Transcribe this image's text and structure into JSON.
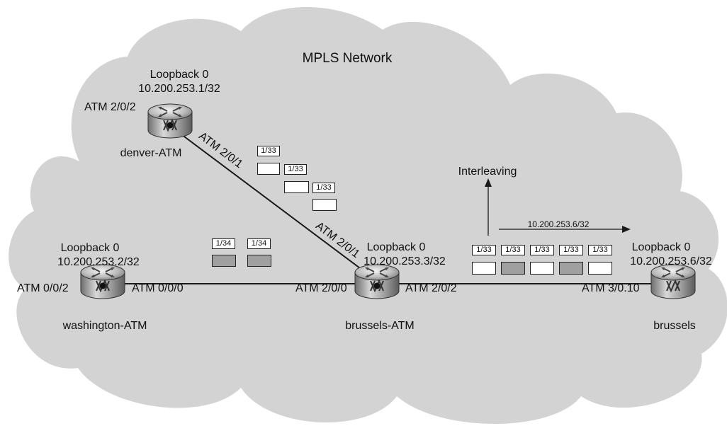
{
  "title": "MPLS Network",
  "routers": {
    "denver": {
      "name": "denver-ATM",
      "loopback": "Loopback 0",
      "ip": "10.200.253.1/32",
      "port_left": "ATM 2/0/2",
      "port_link": "ATM 2/0/1"
    },
    "washington": {
      "name": "washington-ATM",
      "loopback": "Loopback 0",
      "ip": "10.200.253.2/32",
      "port_left": "ATM 0/0/2",
      "port_right": "ATM 0/0/0"
    },
    "brussels_atm": {
      "name": "brussels-ATM",
      "loopback": "Loopback 0",
      "ip": "10.200.253.3/32",
      "port_left": "ATM 2/0/0",
      "port_right": "ATM 2/0/2",
      "port_link": "ATM 2/0/1"
    },
    "brussels": {
      "name": "brussels",
      "loopback": "Loopback 0",
      "ip": "10.200.253.6/32",
      "port_left": "ATM 3/0.10"
    }
  },
  "cells": {
    "denver_path": [
      "1/33",
      "1/33",
      "1/33"
    ],
    "washington_path": [
      "1/34",
      "1/34"
    ],
    "brussels_path": [
      "1/33",
      "1/33",
      "1/33",
      "1/33",
      "1/33"
    ],
    "brussels_path_shading": [
      "white",
      "gray",
      "white",
      "gray",
      "white"
    ]
  },
  "annotations": {
    "interleaving": "Interleaving",
    "flow_prefix": "10.200.253.6/32"
  },
  "colors": {
    "cloud": "#d3d3d3",
    "router_body": "#9c9c9c",
    "cell_gray": "#a0a0a0",
    "line": "#1a1a1a"
  }
}
